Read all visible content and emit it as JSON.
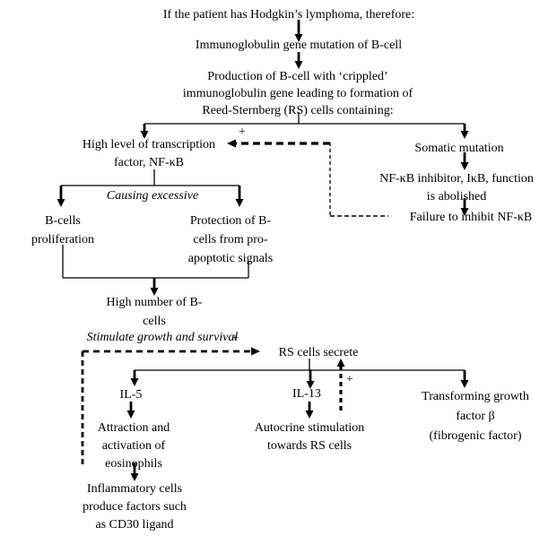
{
  "diagram": {
    "title": "If the patient has Hodgkin’s lymphoma, therefore:",
    "colors": {
      "background": "#ffffff",
      "line": "#000000",
      "text": "#000000"
    },
    "nodes": {
      "ig_mutation": {
        "text": "Immunoglobulin gene mutation of B-cell"
      },
      "production": {
        "lines": [
          "Production of B-cell with ‘crippled’",
          "immunoglobulin gene leading to formation of",
          "Reed-Sternberg (RS) cells containing:"
        ]
      },
      "high_nfkb": {
        "lines": [
          "High level of transcription",
          "factor, NF-κB"
        ]
      },
      "somatic_mutation": {
        "text": "Somatic mutation"
      },
      "ikb_abolished": {
        "lines": [
          "NF-κB inhibitor, IκB, function",
          "is abolished"
        ]
      },
      "failure_inhibit": {
        "text": "Failure to inhibit NF-κB"
      },
      "bcell_proliferation": {
        "lines": [
          "B-cells",
          "proliferation"
        ]
      },
      "protection": {
        "lines": [
          "Protection of B-",
          "cells from pro-",
          "apoptotic signals"
        ]
      },
      "high_number": {
        "lines": [
          "High number of B-",
          "cells"
        ]
      },
      "rs_secrete": {
        "text": "RS cells secrete"
      },
      "il5": {
        "text": "IL-5"
      },
      "il13": {
        "text": "IL-13"
      },
      "tgf": {
        "lines": [
          "Transforming growth",
          "factor β",
          "(fibrogenic factor)"
        ]
      },
      "attraction": {
        "lines": [
          "Attraction and",
          "activation of",
          "eosinophils"
        ]
      },
      "autocrine": {
        "lines": [
          "Autocrine stimulation",
          "towards RS cells"
        ]
      },
      "inflammatory": {
        "lines": [
          "Inflammatory cells",
          "produce factors such",
          "as CD30 ligand"
        ]
      }
    },
    "labels": {
      "causing_excessive": "Causing excessive",
      "stimulate_growth": "Stimulate growth and survival",
      "plus_nfkb_feedback": "+",
      "plus_stimulate": "+",
      "plus_autocrine": "+"
    }
  }
}
